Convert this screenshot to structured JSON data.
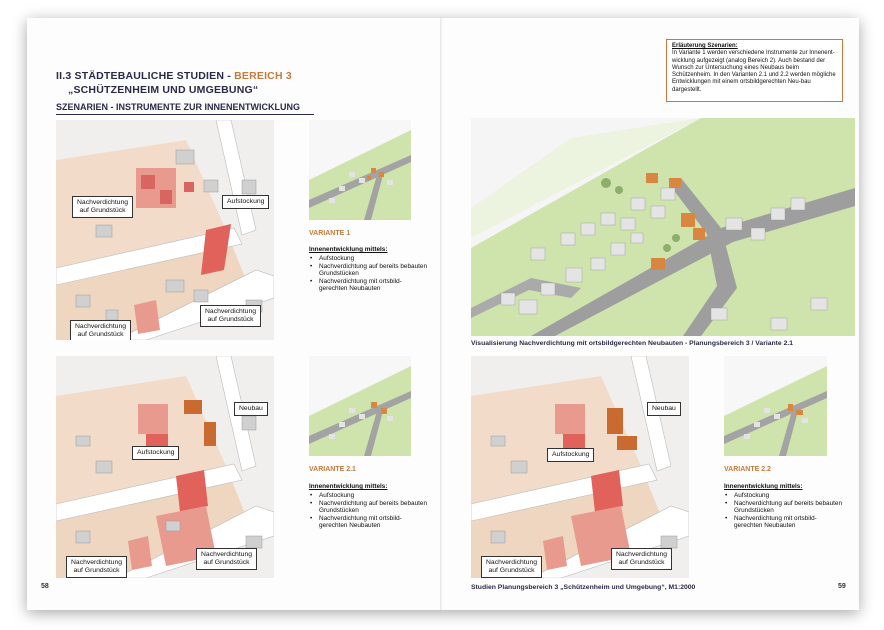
{
  "left_page": {
    "title_prefix": "II.3 STÄDTEBAULICHE STUDIEN - ",
    "title_accent": "BEREICH 3",
    "subtitle": "„SCHÜTZENHEIM UND UMGEBUNG“",
    "section_heading": "SZENARIEN - INSTRUMENTE ZUR INNENENTWICKLUNG",
    "page_number": "58",
    "map1_callouts": {
      "nachverdichtung_a": "Nachverdichtung\nauf Grundstück",
      "aufstockung": "Aufstockung",
      "nachverdichtung_b": "Nachverdichtung\nauf Grundstück",
      "nachverdichtung_c": "Nachverdichtung\nauf Grundstück"
    },
    "map2_callouts": {
      "neubau": "Neubau",
      "aufstockung": "Aufstockung",
      "nachverdichtung_a": "Nachverdichtung\nauf Grundstück",
      "nachverdichtung_b": "Nachverdichtung\nauf Grundstück"
    },
    "variante1": {
      "label": "VARIANTE 1",
      "heading": "Innenentwicklung mittels:",
      "items": [
        "Aufstockung",
        "Nachverdichtung auf bereits bebauten Grundstücken",
        "Nachverdichtung mit ortsbild-gerechten Neubauten"
      ]
    },
    "variante21": {
      "label": "VARIANTE 2.1",
      "heading": "Innenentwicklung mittels:",
      "items": [
        "Aufstockung",
        "Nachverdichtung auf bereits bebauten Grundstücken",
        "Nachverdichtung mit ortsbild-gerechten Neubauten"
      ]
    }
  },
  "right_page": {
    "note": {
      "title": "Erläuterung Szenarien:",
      "text": "In Variante 1 werden verschiedene Instrumente zur Innenent-wicklung aufgezeigt (analog Bereich 2). Auch bestand der Wunsch zur Untersuchung eines Neubaus beim Schützenheim. In den Varianten 2.1 und 2.2 werden mögliche Entwicklungen mit einem ortsbildgerechten Neu-bau dargestellt."
    },
    "vis_caption": "Visualisierung Nachverdichtung mit ortsbildgerechten Neubauten - Planungsbereich 3 / Variante 2.1",
    "map3_callouts": {
      "neubau": "Neubau",
      "aufstockung": "Aufstockung",
      "nachverdichtung_a": "Nachverdichtung\nauf Grundstück",
      "nachverdichtung_b": "Nachverdichtung\nauf Grundstück"
    },
    "variante22": {
      "label": "VARIANTE 2.2",
      "heading": "Innenentwicklung mittels:",
      "items": [
        "Aufstockung",
        "Nachverdichtung auf bereits bebauten Grundstücken",
        "Nachverdichtung mit ortsbild-gerechten Neubauten"
      ]
    },
    "bottom_caption": "Studien Planungsbereich 3 „Schützenheim und Umgebung“, M1:2000",
    "page_number": "59"
  },
  "colors": {
    "accent": "#c87a3c",
    "title": "#2a2a4a",
    "highlight_red": "#e0625a",
    "parcel": "#f0d9c6",
    "grass": "#c9e0a6",
    "road": "#9a9a9a"
  }
}
